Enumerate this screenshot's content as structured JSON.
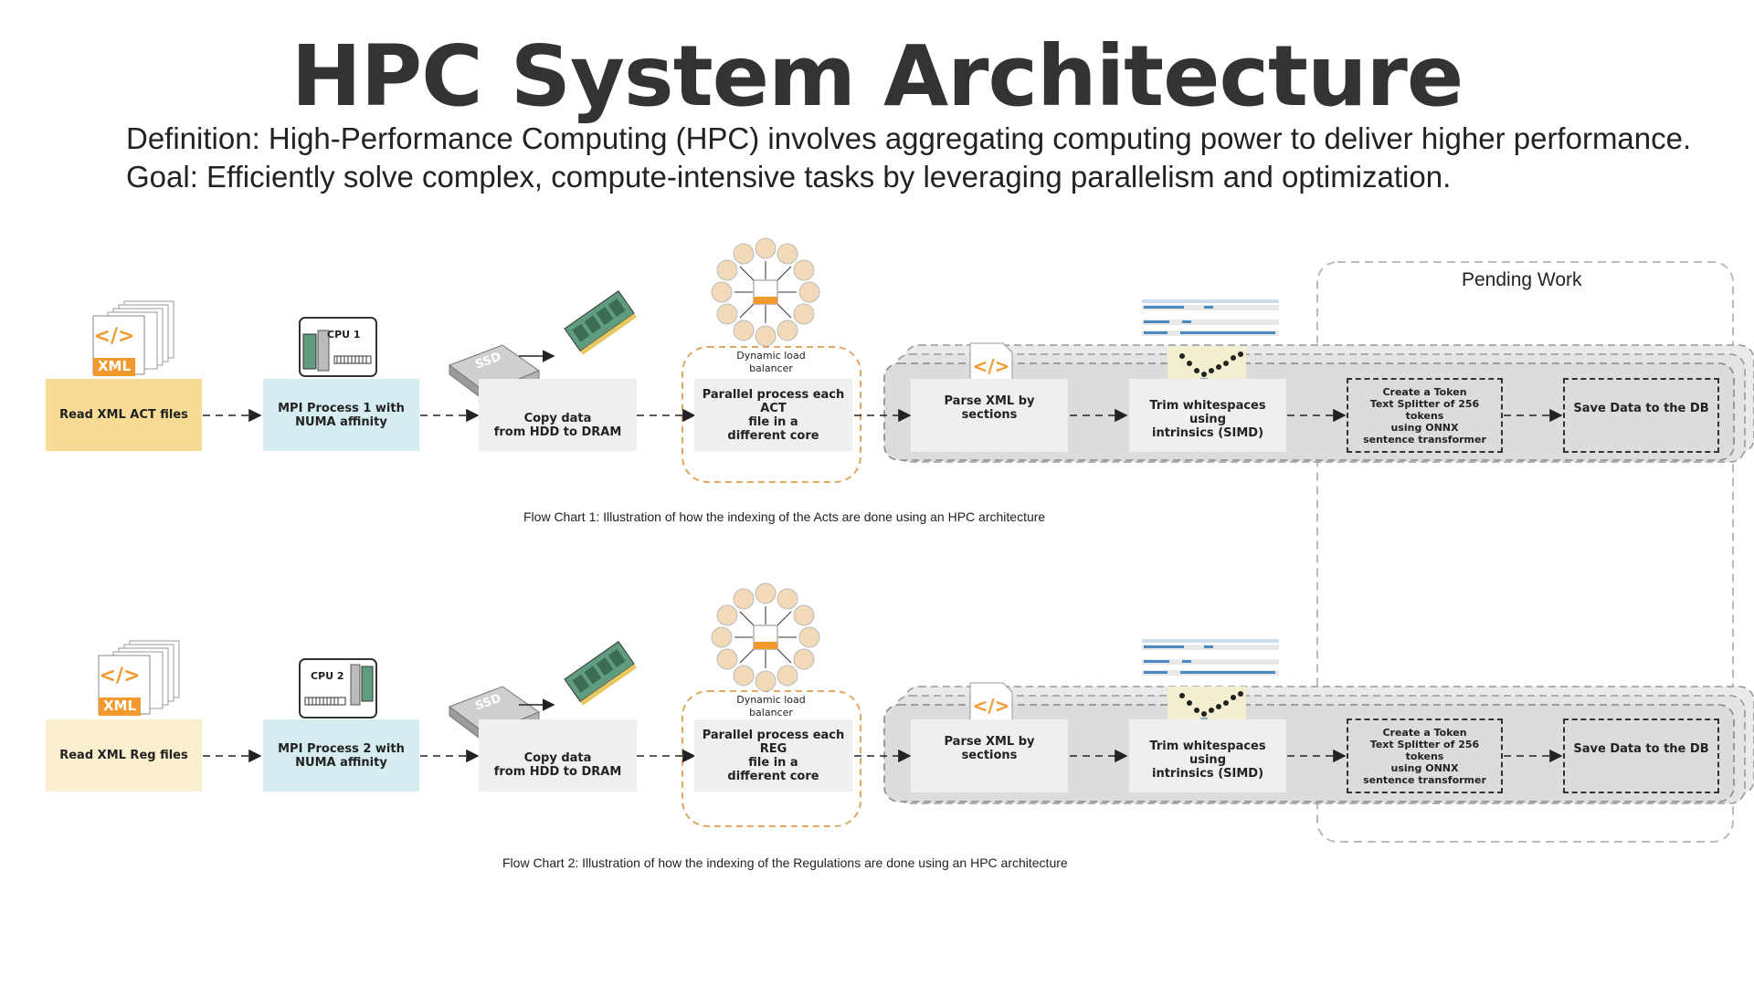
{
  "header": {
    "title": "HPC System Architecture",
    "definition": "Definition: High-Performance Computing (HPC) involves aggregating computing power to deliver higher performance.",
    "goal": "Goal: Efficiently solve complex, compute-intensive tasks by leveraging parallelism and optimization."
  },
  "pending_work": "Pending  Work",
  "xml_icon_label": "XML",
  "ssd_label": "SSD",
  "flow1": {
    "read": "Read  XML ACT files",
    "mpi": "MPI Process 1 with\nNUMA affinity",
    "cpu": "CPU 1",
    "copy": "Copy data\nfrom HDD to DRAM",
    "balancer": "Dynamic load\nbalancer",
    "parallel": "Parallel process each ACT\nfile in a\ndifferent core",
    "parse": "Parse XML by sections",
    "trim": "Trim whitespaces using\nintrinsics (SIMD)",
    "token": "Create a Token\nText Splitter of 256 tokens\nusing ONNX\nsentence transformer",
    "save": "Save Data to the DB",
    "caption": "Flow Chart 1: Illustration of how the indexing of the Acts are done using an HPC architecture",
    "read_color": "#f8dc96",
    "mpi_color": "#d5ecf0"
  },
  "flow2": {
    "read": "Read  XML Reg files",
    "mpi": "MPI Process 2 with\nNUMA affinity",
    "cpu": "CPU 2",
    "copy": "Copy data\nfrom HDD to DRAM",
    "balancer": "Dynamic load\nbalancer",
    "parallel": "Parallel process each REG\nfile  in a\ndifferent core",
    "parse": "Parse XML by sections",
    "trim": "Trim whitespaces using\nintrinsics (SIMD)",
    "token": "Create a Token\nText Splitter of 256 tokens\nusing ONNX\nsentence transformer",
    "save": "Save Data to the DB",
    "caption": "Flow Chart 2: Illustration of how the indexing of the Regulations are done using an HPC architecture",
    "read_color": "#f9efcf",
    "mpi_color": "#d5ecf0"
  },
  "colors": {
    "xml_orange": "#f29a2e",
    "balancer_border": "#e0a860",
    "stack_gray": "#e6e6e6",
    "ram_green": "#5f9d7e"
  },
  "icons": [
    "xml-files-icon",
    "cpu-icon",
    "ssd-icon",
    "ram-icon",
    "load-balancer-icon",
    "xml-file-icon",
    "simd-chart-icon"
  ]
}
